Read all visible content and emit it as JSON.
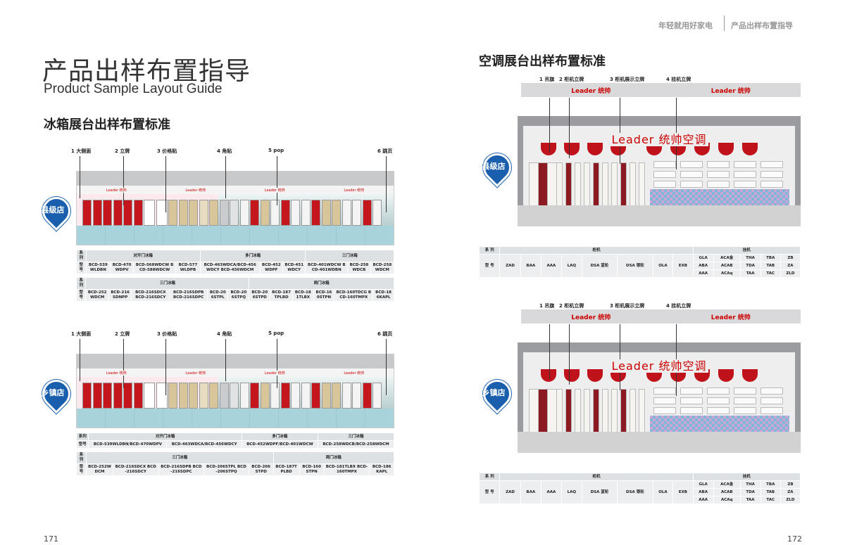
{
  "header": {
    "series": "年轻就用好家电",
    "section": "产品出样布置指导"
  },
  "left": {
    "title_cn": "产品出样布置指导",
    "title_en": "Product Sample Layout Guide",
    "section": "冰箱展台出样布置标准",
    "page": "171",
    "stores": [
      {
        "badge": "县级店",
        "callouts": [
          "1 大侧面",
          "2 立牌",
          "3 价格贴",
          "4 角贴",
          "5 pop",
          "6 跳页"
        ],
        "brand_band": [
          "Leader 统帅",
          "Leader 统帅",
          "Leader 统帅",
          "Leader 统帅"
        ],
        "table": {
          "series_label": "系列",
          "model_label": "型号",
          "row1": {
            "groups": [
              "对开门冰箱",
              "多门冰箱",
              "三门冰箱"
            ],
            "models": [
              "BCD-539WLDBN",
              "BCD-470WDPV",
              "BCD-568WDCW BCD-588WDCW",
              "BCD-577WLDPB",
              "BCD-463WDCA/BCD-456WDCY BCD-456WDCM",
              "BCD-452WDPF",
              "BCD-451WDCY",
              "BCD-401WDCW BCD-401WDBN",
              "BCD-258WDCB",
              "BCD-258WDCM"
            ]
          },
          "row2": {
            "groups": [
              "三门冰箱",
              "两门冰箱"
            ],
            "models": [
              "BCD-252WDCM",
              "BCD-216SDNPP",
              "BCD-216SDCX BCD-216SDCY",
              "BCD-216SDPB BCD-216SDPC",
              "BCD-206STPL",
              "BCD-206STPQ",
              "BCD-206STPD",
              "BCD-187TPLBD",
              "BCD-181TLBX",
              "BCD-160STPN",
              "BCD-160TDCG BCD-160TMPX",
              "BCD-186KAPL"
            ]
          }
        }
      },
      {
        "badge": "乡镇店",
        "callouts": [
          "1 大侧面",
          "2 立牌",
          "3 价格贴",
          "4 角贴",
          "5 pop",
          "6 跳页"
        ],
        "brand_band": [
          "Leader 统帅",
          "Leader 统帅",
          "Leader 统帅",
          "Leader 统帅"
        ],
        "table": {
          "series_label": "系列",
          "model_label": "型号",
          "row1": {
            "groups": [
              "对开门冰箱",
              "多门冰箱",
              "三门冰箱"
            ],
            "models": [
              "BCD-539WLDBN/BCD-470WDPV",
              "BCD-463WDCA/BCD-456WDCY",
              "BCD-452WDPF/BCD-401WDCW",
              "BCD-258WDCB/BCD-258WDCM"
            ]
          },
          "row2": {
            "groups": [
              "三门冰箱",
              "两门冰箱"
            ],
            "models": [
              "BCD-252WDCM",
              "BCD-216SDCX BCD-216SDCY",
              "BCD-216SDPB BCD-216SDPC",
              "BCD-206STPL BCD-206STPQ",
              "BCD-206STPD",
              "BCD-187TPLBD",
              "BCD-160STPN",
              "BCD-181TLBX BCD-160TMPX",
              "BCD-186KAPL"
            ]
          }
        }
      }
    ]
  },
  "right": {
    "section": "空调展台出样布置标准",
    "page": "172",
    "stores": [
      {
        "badge": "县级店",
        "callouts": [
          "1 吊旗",
          "2 柜机立牌",
          "3 柜机展示立牌",
          "4 挂机立牌"
        ],
        "sign": [
          "Leader 统帅",
          "Leader 统帅"
        ],
        "logo": "Leader 统帅空调"
      },
      {
        "badge": "乡镇店",
        "callouts": [
          "1 吊旗",
          "2 柜机立牌",
          "3 柜机展示立牌",
          "4 挂机立牌"
        ],
        "sign": [
          "Leader 统帅",
          "Leader 统帅"
        ],
        "logo": "Leader 统帅空调"
      }
    ],
    "table": {
      "series_label": "系 列",
      "model_label": "型 号",
      "cabinet": "柜机",
      "wall": "挂机",
      "cabinet_models": [
        "ZAD",
        "BAA",
        "AAA",
        "LAQ",
        "DSA 蓝轮",
        "DSA 银轮",
        "OLA",
        "EXB"
      ],
      "wall_models": [
        [
          "GLA",
          "ACA金",
          "THA",
          "TBA",
          "ZB"
        ],
        [
          "ABA",
          "ACAB",
          "TDA",
          "TAB",
          "ZA"
        ],
        [
          "AAA",
          "ACAq",
          "TAA",
          "TAC",
          "ZLD"
        ]
      ]
    }
  }
}
